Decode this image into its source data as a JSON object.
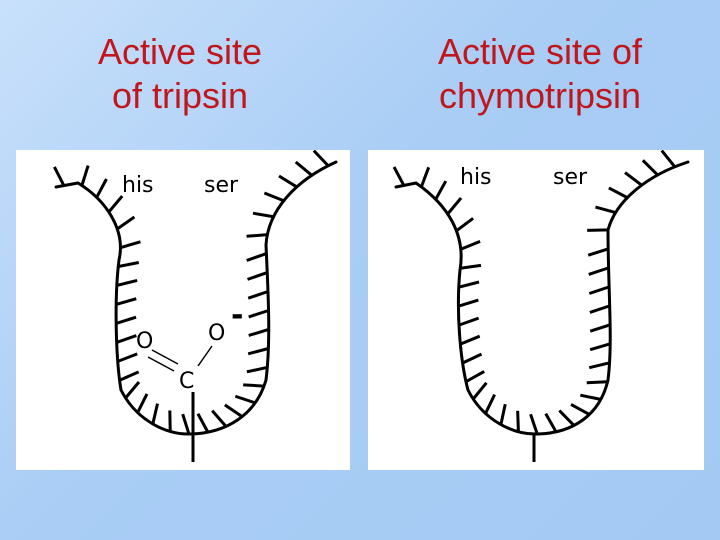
{
  "slide": {
    "left_title": {
      "line1": "Active site",
      "line2": "of tripsin"
    },
    "right_title": {
      "line1": "Active site of",
      "line2": "chymotripsin"
    }
  },
  "left_diagram": {
    "his_label": "his",
    "ser_label": "ser",
    "atom_o_left": "O",
    "atom_o_right": "O",
    "atom_c": "C",
    "charge_sign": "-"
  },
  "right_diagram": {
    "his_label": "his",
    "ser_label": "ser"
  },
  "colors": {
    "title_red": "#c0161c",
    "background_blue": "#a9cdf5",
    "panel_white": "#ffffff"
  }
}
